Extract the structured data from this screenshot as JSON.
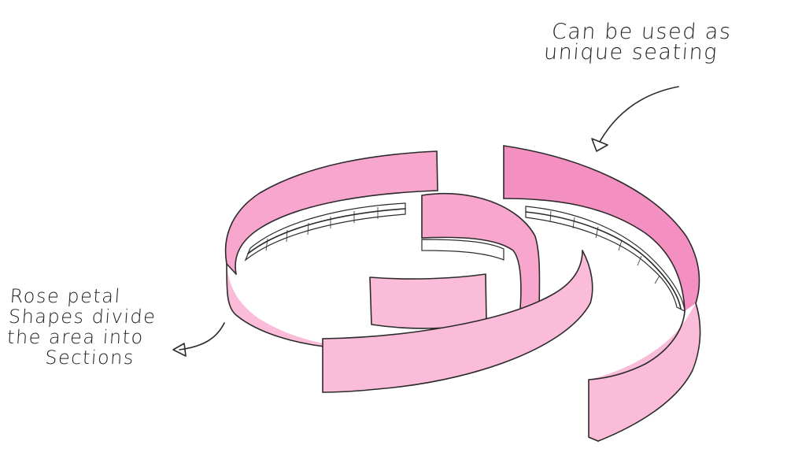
{
  "annotations": {
    "seating_line1": "Can be used as",
    "seating_line2": "unique seating",
    "petal_line1": "Rose petal",
    "petal_line2": "Shapes divide",
    "petal_line3": "the area into",
    "petal_line4": "Sections"
  },
  "colors": {
    "wall_inner": "#f9a6cf",
    "wall_outer": "#fbbcd9",
    "wall_top": "#f48fc1",
    "ink": "#2b2b2b",
    "bench": "#ffffff"
  },
  "icons": [
    "arrow-to-outer-wall-icon",
    "arrow-to-petals-icon"
  ]
}
